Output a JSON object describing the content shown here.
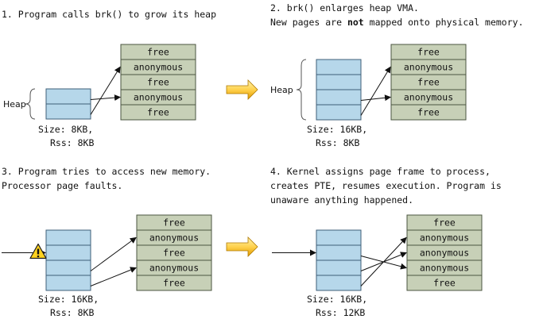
{
  "panels": [
    {
      "caption_lines": [
        {
          "parts": [
            {
              "text": "1. Program calls brk() to grow its heap",
              "bold": false
            }
          ]
        }
      ],
      "heap_label": "Heap",
      "size_text": "Size:  8KB,",
      "rss_text": "Rss:  8KB",
      "pages": [
        "free",
        "anonymous",
        "free",
        "anonymous",
        "free"
      ],
      "heap_cells": 2,
      "mapped": [
        [
          0,
          3
        ],
        [
          1,
          1
        ]
      ],
      "arrow_in": false,
      "warning": false
    },
    {
      "caption_lines": [
        {
          "parts": [
            {
              "text": "2. brk() enlarges heap VMA.",
              "bold": false
            }
          ]
        },
        {
          "parts": [
            {
              "text": "New pages are ",
              "bold": false
            },
            {
              "text": "not",
              "bold": true
            },
            {
              "text": " mapped onto physical memory.",
              "bold": false
            }
          ]
        }
      ],
      "heap_label": "Heap",
      "size_text": "Size: 16KB,",
      "rss_text": "Rss:  8KB",
      "pages": [
        "free",
        "anonymous",
        "free",
        "anonymous",
        "free"
      ],
      "heap_cells": 4,
      "mapped": [
        [
          2,
          3
        ],
        [
          3,
          1
        ]
      ],
      "arrow_in": false,
      "warning": false
    },
    {
      "caption_lines": [
        {
          "parts": [
            {
              "text": "3. Program tries to access new memory.",
              "bold": false
            }
          ]
        },
        {
          "parts": [
            {
              "text": "Processor page faults.",
              "bold": false
            }
          ]
        }
      ],
      "heap_label": "",
      "size_text": "Size: 16KB,",
      "rss_text": "Rss:  8KB",
      "pages": [
        "free",
        "anonymous",
        "free",
        "anonymous",
        "free"
      ],
      "heap_cells": 4,
      "mapped": [
        [
          2,
          1
        ],
        [
          3,
          3
        ]
      ],
      "arrow_in": true,
      "warning": true
    },
    {
      "caption_lines": [
        {
          "parts": [
            {
              "text": "4. Kernel assigns page frame to process,",
              "bold": false
            }
          ]
        },
        {
          "parts": [
            {
              "text": "creates PTE, resumes execution. Program is",
              "bold": false
            }
          ]
        },
        {
          "parts": [
            {
              "text": "unaware anything happened.",
              "bold": false
            }
          ]
        }
      ],
      "heap_label": "",
      "size_text": "Size: 16KB,",
      "rss_text": "Rss: 12KB",
      "pages": [
        "free",
        "anonymous",
        "anonymous",
        "anonymous",
        "free"
      ],
      "heap_cells": 4,
      "mapped": [
        [
          1,
          3
        ],
        [
          2,
          2
        ],
        [
          3,
          1
        ]
      ],
      "arrow_in": true,
      "warning": false
    }
  ],
  "colors": {
    "page_fill": "#c7d0b7",
    "heap_fill": "#b6d7ea",
    "transition_arrow_top": "#ffe27a",
    "transition_arrow_bottom": "#e29a00"
  }
}
